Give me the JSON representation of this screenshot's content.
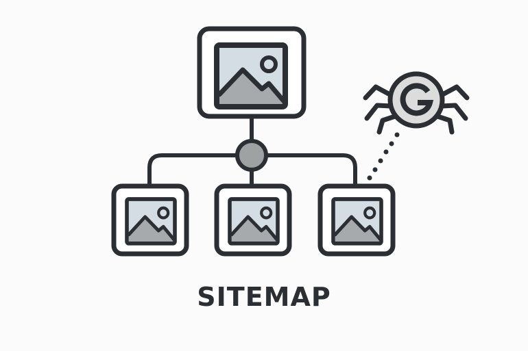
{
  "title": "SITEMAP",
  "colors": {
    "stroke": "#2b2f33",
    "sky": "#d3dde3",
    "mountain": "#a6aaad",
    "hub": "#9ea2a3",
    "spider_body": "#dcdcdc",
    "background": "#fbfbfb"
  },
  "nodes": {
    "root": {
      "label": "root-page",
      "icon": "image-icon"
    },
    "children": [
      {
        "label": "child-page-1",
        "icon": "image-icon"
      },
      {
        "label": "child-page-2",
        "icon": "image-icon"
      },
      {
        "label": "child-page-3",
        "icon": "image-icon"
      }
    ]
  },
  "hub": {
    "icon": "hub-node"
  },
  "crawler": {
    "icon": "google-spider-icon",
    "letter": "G"
  }
}
